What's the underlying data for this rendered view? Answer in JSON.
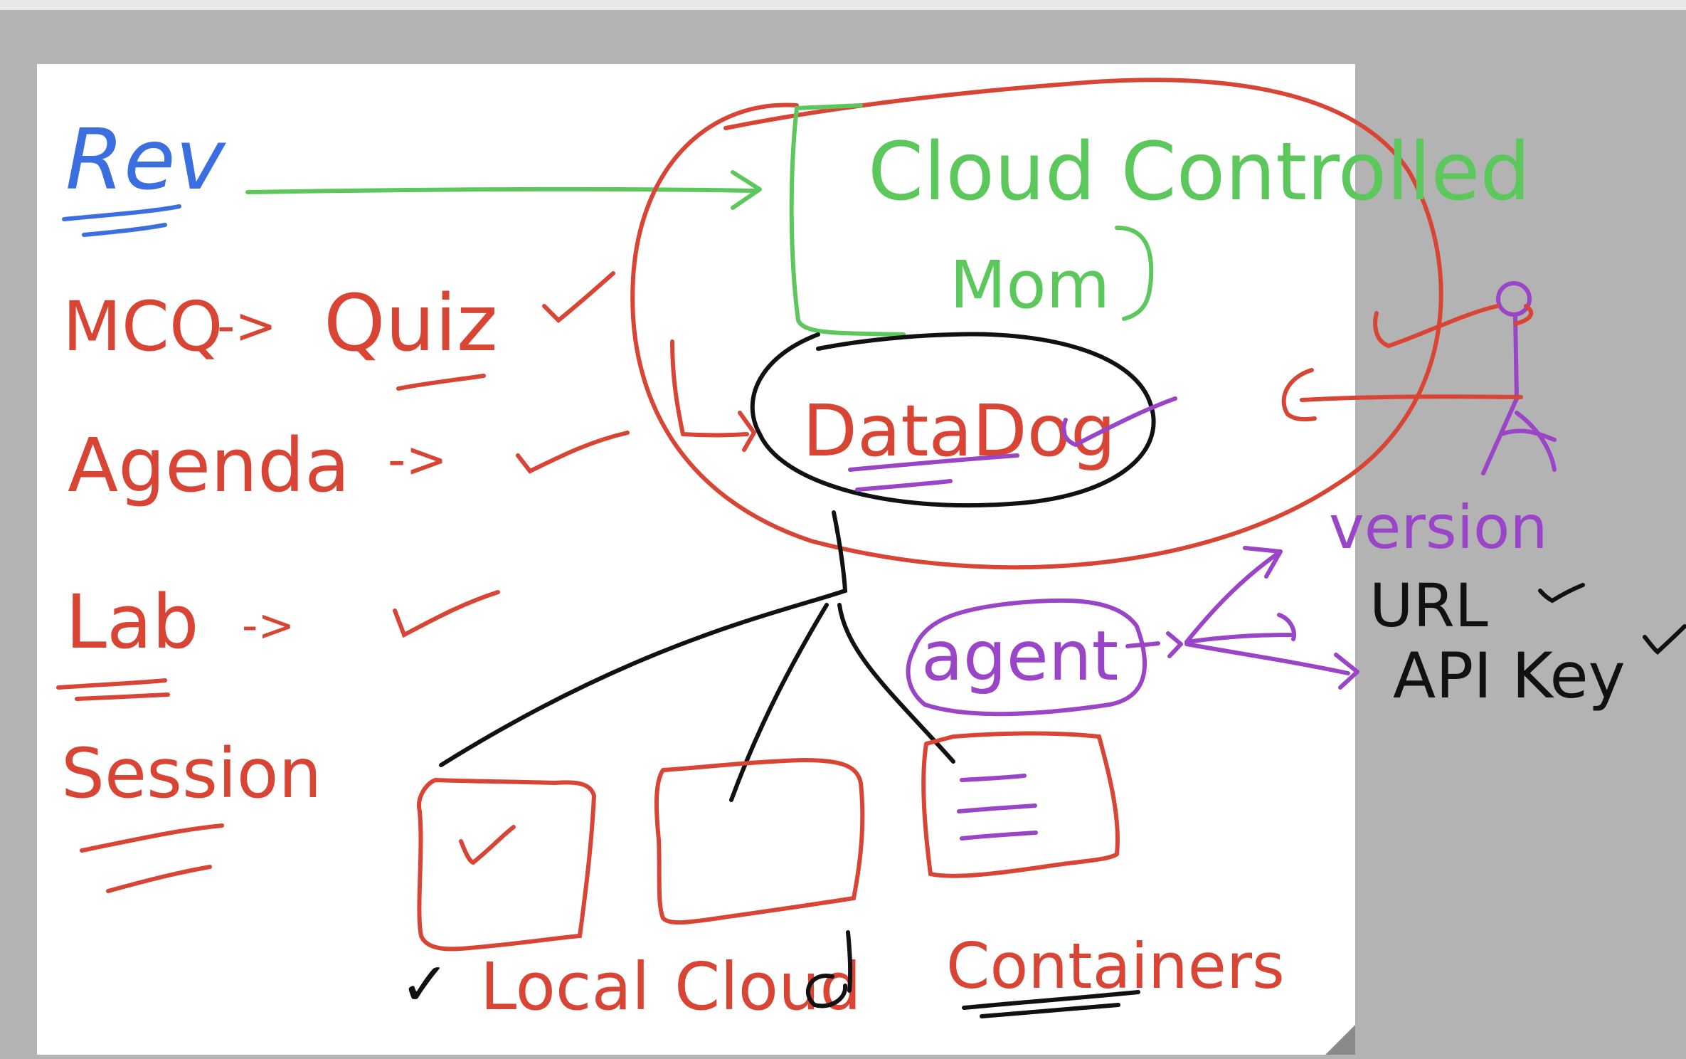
{
  "board": {
    "left_list": {
      "rev": "Rev",
      "mcq": "MCQ",
      "arrow": "->",
      "quiz": "Quiz",
      "agenda": "Agenda",
      "lab": "Lab",
      "session": "Session"
    },
    "cloud": {
      "line1": "Cloud Controlled",
      "line2": "Mom"
    },
    "datadog": "DataDog",
    "agent": "agent",
    "config": {
      "version": "version",
      "url": "URL",
      "api_key": "API Key"
    },
    "boxes": {
      "local": "Local",
      "cloud": "Cloud",
      "containers": "Containers"
    },
    "marks": {
      "check": "✓"
    }
  },
  "colors": {
    "canvas_bg": "#b3b3b3",
    "board": "#ffffff",
    "blue": "#3b6fe0",
    "red": "#d94535",
    "green": "#5cc85c",
    "purple": "#9a45c8",
    "black": "#111111"
  }
}
